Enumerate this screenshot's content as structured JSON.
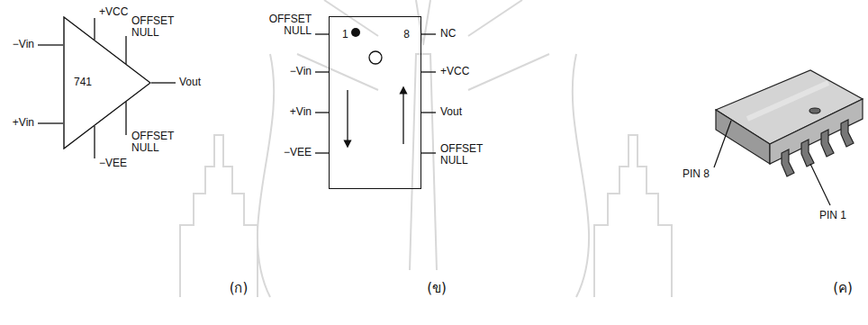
{
  "diagram": {
    "nodes": [
      {
        "text": [
          "741"
        ]
      },
      {
        "text": [
          "1",
          "8"
        ]
      }
    ],
    "labels": [
      "−Vin",
      "+VCC",
      "OFFSET NULL",
      "Vout",
      "+Vin",
      "OFFSET NULL",
      "−VEE",
      "OFFSET NULL",
      "−Vin",
      "+Vin",
      "−VEE",
      "NC",
      "+VCC",
      "Vout",
      "OFFSET NULL",
      "PIN 8",
      "PIN 1",
      "(ก)",
      "(ข)",
      "(ค)"
    ]
  }
}
